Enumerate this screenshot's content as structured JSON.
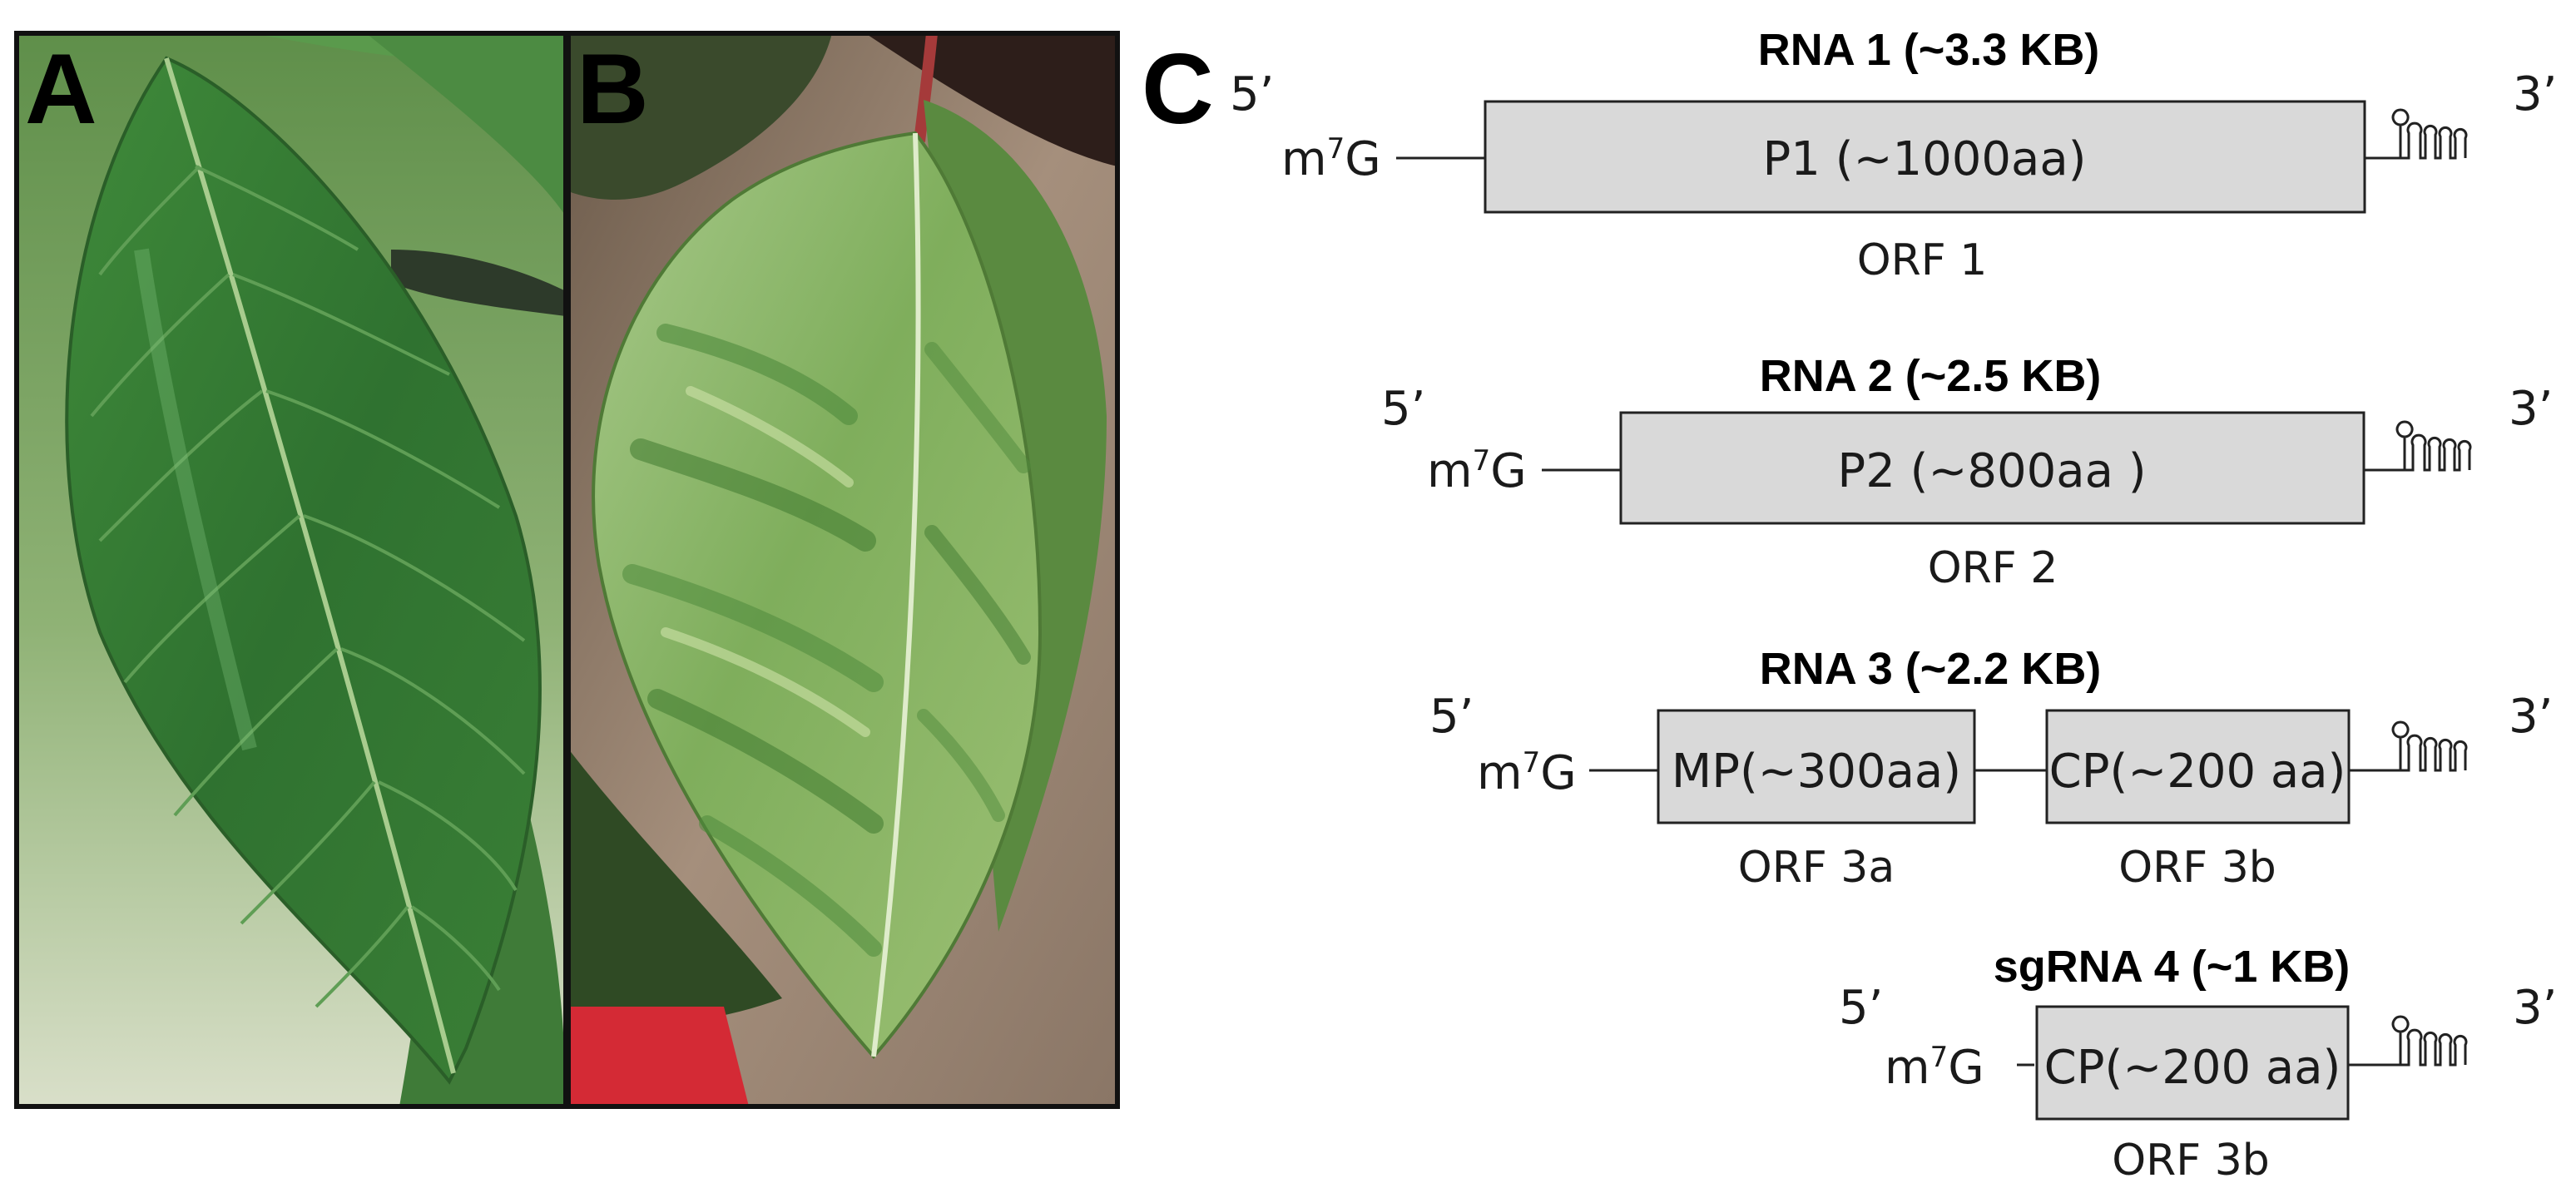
{
  "panels": {
    "a": {
      "letter": "A",
      "leaf": "healthy"
    },
    "b": {
      "letter": "B",
      "leaf": "symptomatic"
    },
    "c": {
      "letter": "C"
    }
  },
  "colors": {
    "protein_box": "#d9d9d9",
    "leaf_dark": "#2f6b2e",
    "leaf_mid": "#4f8f3f",
    "leaf_light": "#9cc46a"
  },
  "genome": {
    "five_prime": "5’",
    "three_prime": "3’",
    "cap": "m",
    "cap_sup": "7",
    "cap_tail": "G",
    "rna1": {
      "title": "RNA 1 (~3.3 KB)",
      "protein": "P1 (~1000aa)",
      "orf": "ORF 1"
    },
    "rna2": {
      "title": "RNA 2 (~2.5 KB)",
      "protein": "P2 (~800aa )",
      "orf": "ORF 2"
    },
    "rna3": {
      "title": "RNA 3 (~2.2 KB)",
      "protein_a": "MP(~300aa)",
      "orf_a": "ORF 3a",
      "protein_b": "CP(~200 aa)",
      "orf_b": "ORF 3b"
    },
    "sgrna4": {
      "title": "sgRNA 4 (~1 KB)",
      "protein": "CP(~200 aa)",
      "orf": "ORF 3b"
    }
  }
}
